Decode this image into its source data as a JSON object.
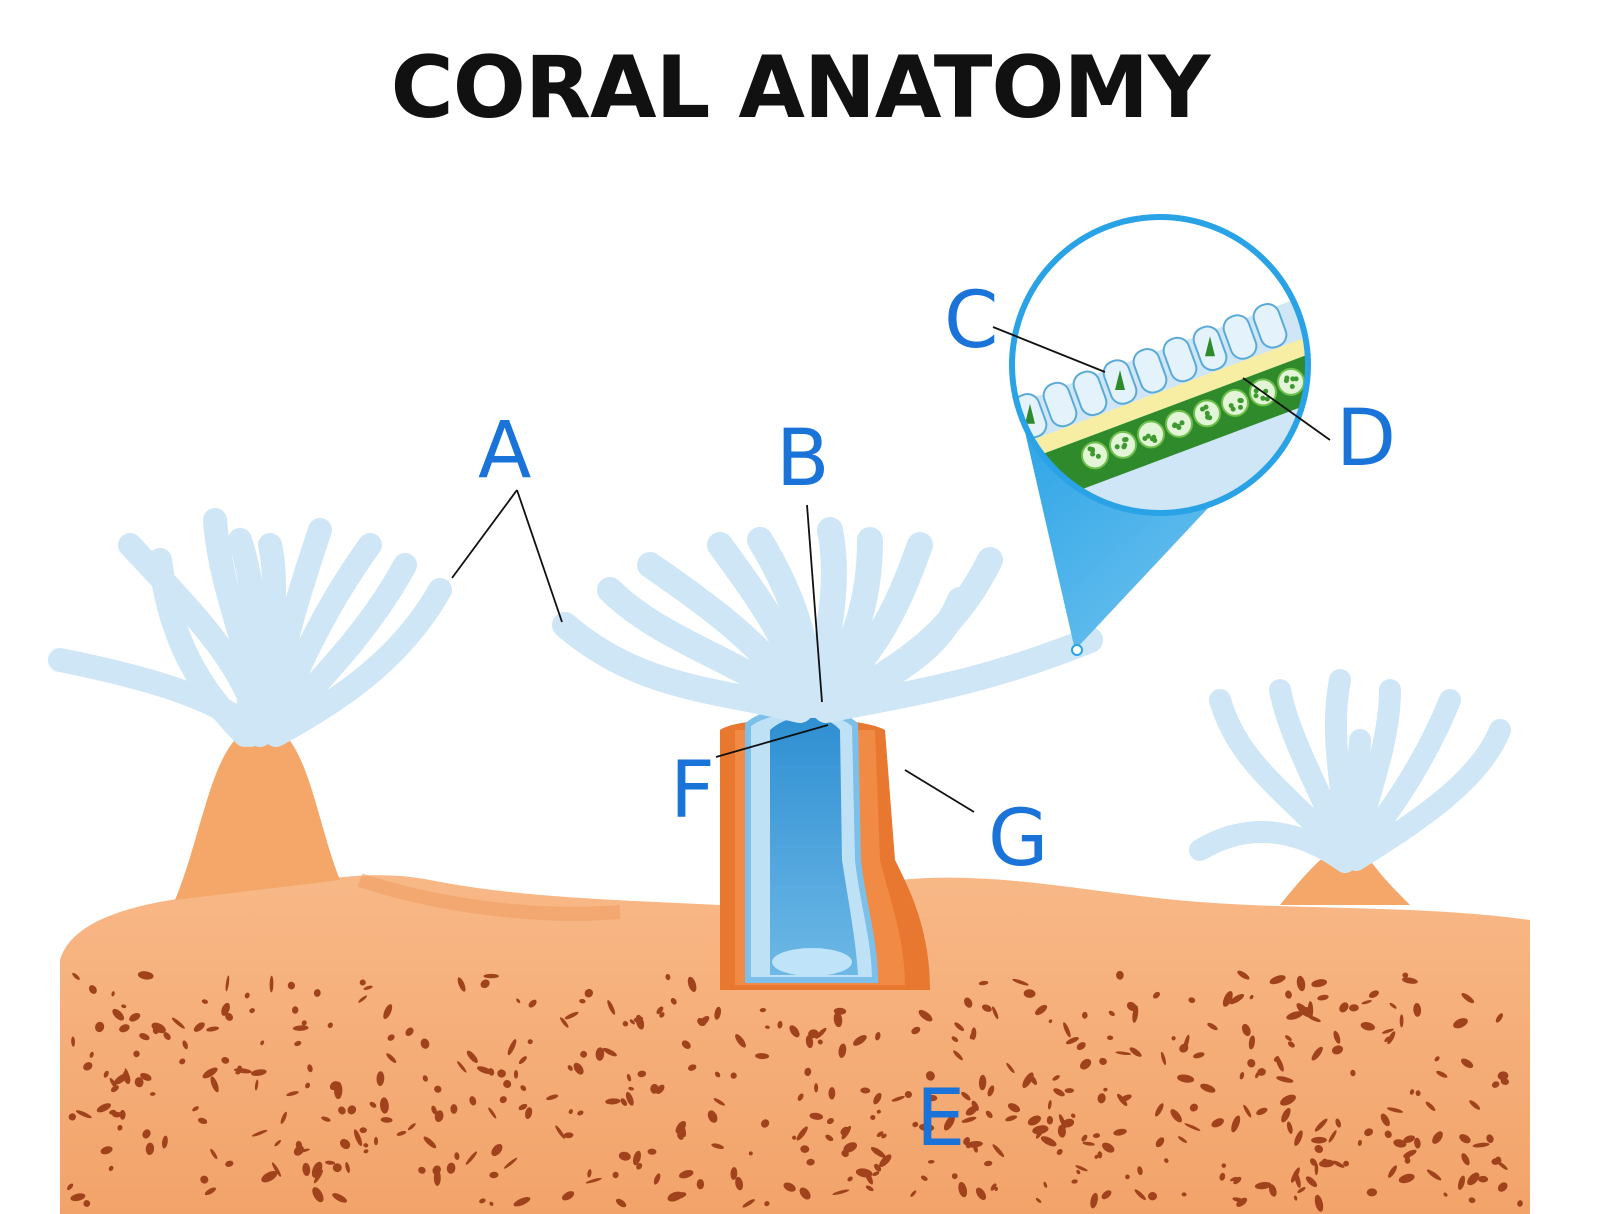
{
  "title": "CORAL ANATOMY",
  "labels": {
    "a": "A",
    "b": "B",
    "c": "C",
    "d": "D",
    "e": "E",
    "f": "F",
    "g": "G"
  },
  "colors": {
    "label": "#1a73d9",
    "title": "#111111",
    "tentacle": "#cfe6f7",
    "tentacle_edge": "#a9d0ef",
    "polyp_body": "#f4a768",
    "skeleton": "#f6ae78",
    "pore": "#a0421c",
    "gastric_cavity": "#3a95d4",
    "zooxanthellae": "#6fc04a",
    "callout_ring": "#2aa3e6"
  }
}
